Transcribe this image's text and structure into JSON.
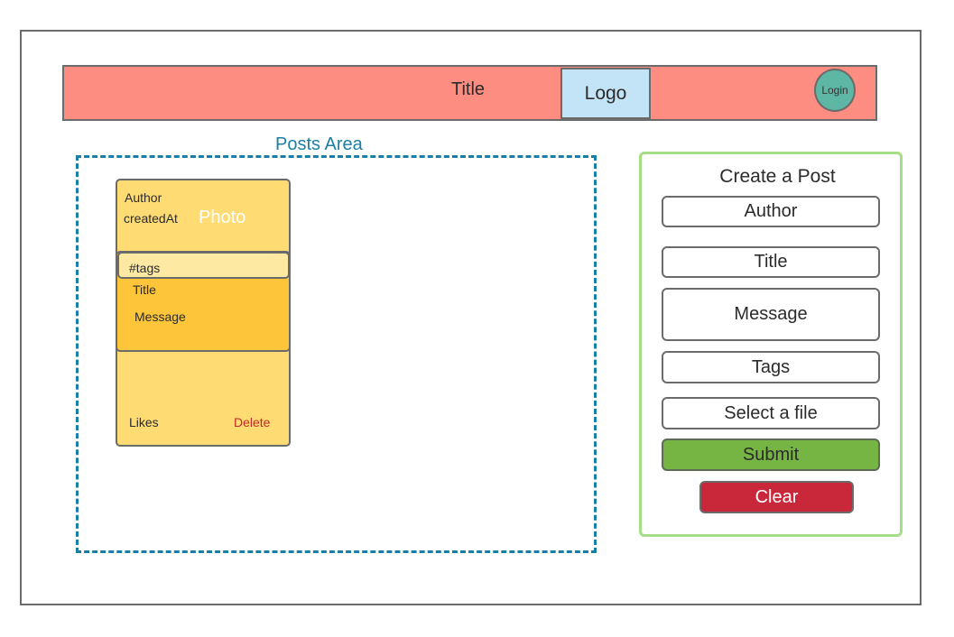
{
  "header": {
    "title": "Title",
    "logo": "Logo",
    "login": "Login"
  },
  "posts_area": {
    "label": "Posts Area",
    "card": {
      "author": "Author",
      "created_at": "createdAt",
      "photo": "Photo",
      "tags": "#tags",
      "title": "Title",
      "message": "Message",
      "likes": "Likes",
      "delete": "Delete"
    }
  },
  "form": {
    "heading": "Create a Post",
    "fields": [
      "Author",
      "Title",
      "Message",
      "Tags",
      "Select a file"
    ],
    "submit": "Submit",
    "clear": "Clear"
  },
  "colors": {
    "header": "#fc8d80",
    "logo": "#c3e3f6",
    "login": "#5eb7a4",
    "posts_area": "#1a7fa6",
    "card": "#fedb73",
    "card_body": "#fdc53a",
    "tags": "#fee9a3",
    "form_border": "#a6dd87",
    "submit": "#76b443",
    "clear": "#c8283a"
  }
}
